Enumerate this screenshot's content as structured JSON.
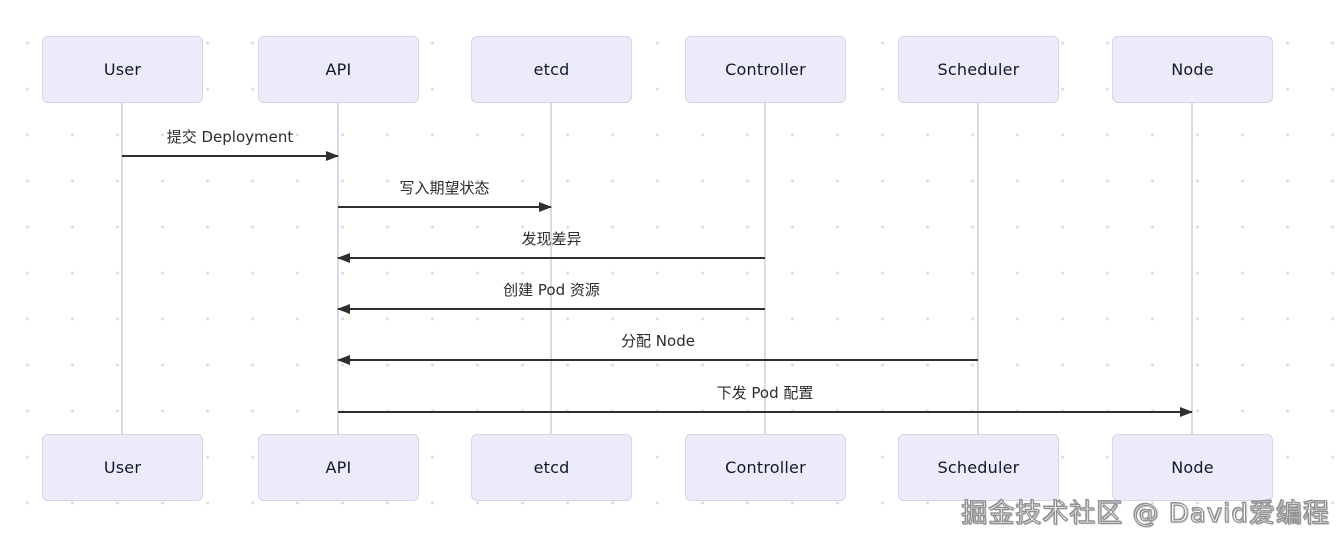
{
  "diagram": {
    "type": "sequence",
    "actors": [
      "User",
      "API",
      "etcd",
      "Controller",
      "Scheduler",
      "Node"
    ],
    "messages": [
      {
        "from": "User",
        "to": "API",
        "label": "提交 Deployment",
        "direction": "right"
      },
      {
        "from": "API",
        "to": "etcd",
        "label": "写入期望状态",
        "direction": "right"
      },
      {
        "from": "Controller",
        "to": "API",
        "label": "发现差异",
        "direction": "left"
      },
      {
        "from": "Controller",
        "to": "API",
        "label": "创建 Pod 资源",
        "direction": "left"
      },
      {
        "from": "Scheduler",
        "to": "API",
        "label": "分配 Node",
        "direction": "left"
      },
      {
        "from": "API",
        "to": "Node",
        "label": "下发 Pod 配置",
        "direction": "right"
      }
    ],
    "colors": {
      "actor_fill": "#ebebf9",
      "actor_border": "#d4d4ea",
      "lifeline": "#d9d9ea",
      "arrow": "#2f2f2f",
      "dot_grid": "#dcdce0",
      "background": "#ffffff"
    }
  },
  "watermark": "掘金技术社区 @ David爱编程"
}
